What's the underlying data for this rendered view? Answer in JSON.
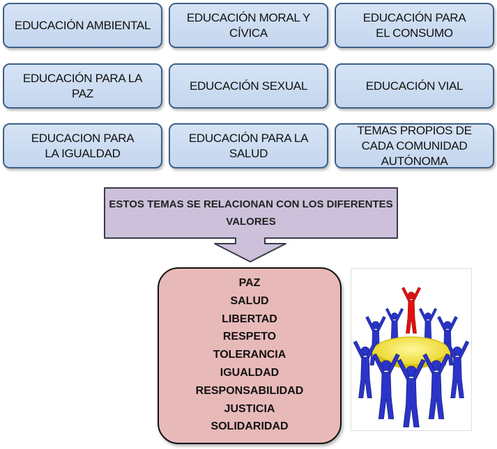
{
  "topics": [
    "EDUCACIÓN AMBIENTAL",
    "EDUCACIÓN MORAL Y CÍVICA",
    "EDUCACIÓN PARA EL CONSUMO",
    "EDUCACIÓN PARA LA PAZ",
    "EDUCACIÓN SEXUAL",
    "EDUCACIÓN VIAL",
    "EDUCACION PARA LA IGUALDAD",
    "EDUCACIÓN PARA LA SALUD",
    "TEMAS PROPIOS DE CADA COMUNIDAD AUTÓNOMA"
  ],
  "arrow_text": "ESTOS TEMAS SE RELACIONAN CON LOS DIFERENTES VALORES",
  "values": [
    "PAZ",
    "SALUD",
    "LIBERTAD",
    "RESPETO",
    "TOLERANCIA",
    "IGUALDAD",
    "RESPONSABILIDAD",
    "JUSTICIA",
    "SOLIDARIDAD"
  ],
  "colors": {
    "topic_fill": "#c6d9f1",
    "topic_border": "#3e5f86",
    "arrow_fill": "#ccc0da",
    "values_fill": "#e6b9b8",
    "figure_blue": "#2a34c8",
    "figure_red": "#e01010",
    "platform_yellow": "#f2ea2a"
  },
  "icons": [
    "people-circle-icon"
  ]
}
